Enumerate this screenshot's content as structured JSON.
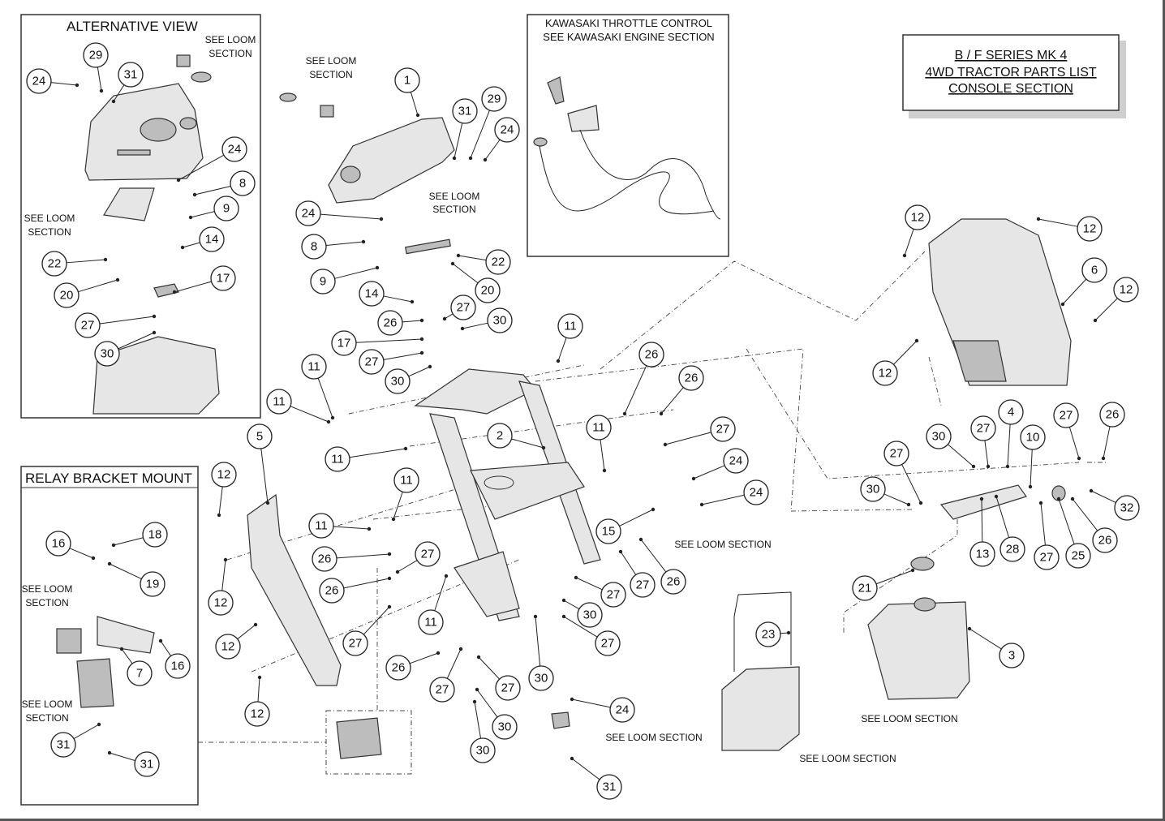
{
  "title_block": {
    "line1": "B / F SERIES MK 4",
    "line2": "4WD TRACTOR PARTS LIST",
    "line3": "CONSOLE SECTION"
  },
  "boxes": {
    "alternative_view": "ALTERNATIVE VIEW",
    "relay_bracket": "RELAY BRACKET MOUNT",
    "throttle_line1": "KAWASAKI THROTTLE CONTROL",
    "throttle_line2": "SEE KAWASAKI ENGINE SECTION"
  },
  "loom_notes": [
    {
      "id": "n1",
      "line1": "SEE LOOM",
      "line2": "SECTION"
    },
    {
      "id": "n2",
      "line1": "SEE LOOM",
      "line2": "SECTION"
    },
    {
      "id": "n3",
      "line1": "SEE LOOM",
      "line2": "SECTION"
    },
    {
      "id": "n4",
      "line1": "SEE LOOM",
      "line2": "SECTION"
    },
    {
      "id": "n5",
      "line1": "SEE LOOM",
      "line2": "SECTION"
    },
    {
      "id": "n6",
      "line1": "SEE LOOM",
      "line2": "SECTION"
    },
    {
      "id": "n7",
      "line1": "SEE LOOM SECTION",
      "line2": ""
    },
    {
      "id": "n8",
      "line1": "SEE LOOM SECTION",
      "line2": ""
    },
    {
      "id": "n9",
      "line1": "SEE LOOM SECTION",
      "line2": ""
    },
    {
      "id": "n10",
      "line1": "SEE LOOM SECTION",
      "line2": ""
    }
  ],
  "callouts": [
    "29",
    "31",
    "24",
    "24",
    "8",
    "9",
    "14",
    "22",
    "20",
    "17",
    "27",
    "30",
    "1",
    "31",
    "29",
    "24",
    "24",
    "8",
    "9",
    "22",
    "20",
    "14",
    "26",
    "27",
    "30",
    "17",
    "27",
    "30",
    "11",
    "11",
    "11",
    "26",
    "26",
    "11",
    "27",
    "11",
    "24",
    "24",
    "2",
    "15",
    "26",
    "27",
    "5",
    "12",
    "12",
    "12",
    "12",
    "11",
    "11",
    "26",
    "27",
    "26",
    "27",
    "11",
    "27",
    "30",
    "27",
    "30",
    "26",
    "27",
    "27",
    "30",
    "30",
    "24",
    "31",
    "12",
    "12",
    "6",
    "12",
    "12",
    "27",
    "4",
    "27",
    "26",
    "30",
    "10",
    "27",
    "30",
    "13",
    "28",
    "27",
    "25",
    "26",
    "32",
    "21",
    "3",
    "23",
    "16",
    "18",
    "19",
    "7",
    "16",
    "31",
    "31"
  ]
}
